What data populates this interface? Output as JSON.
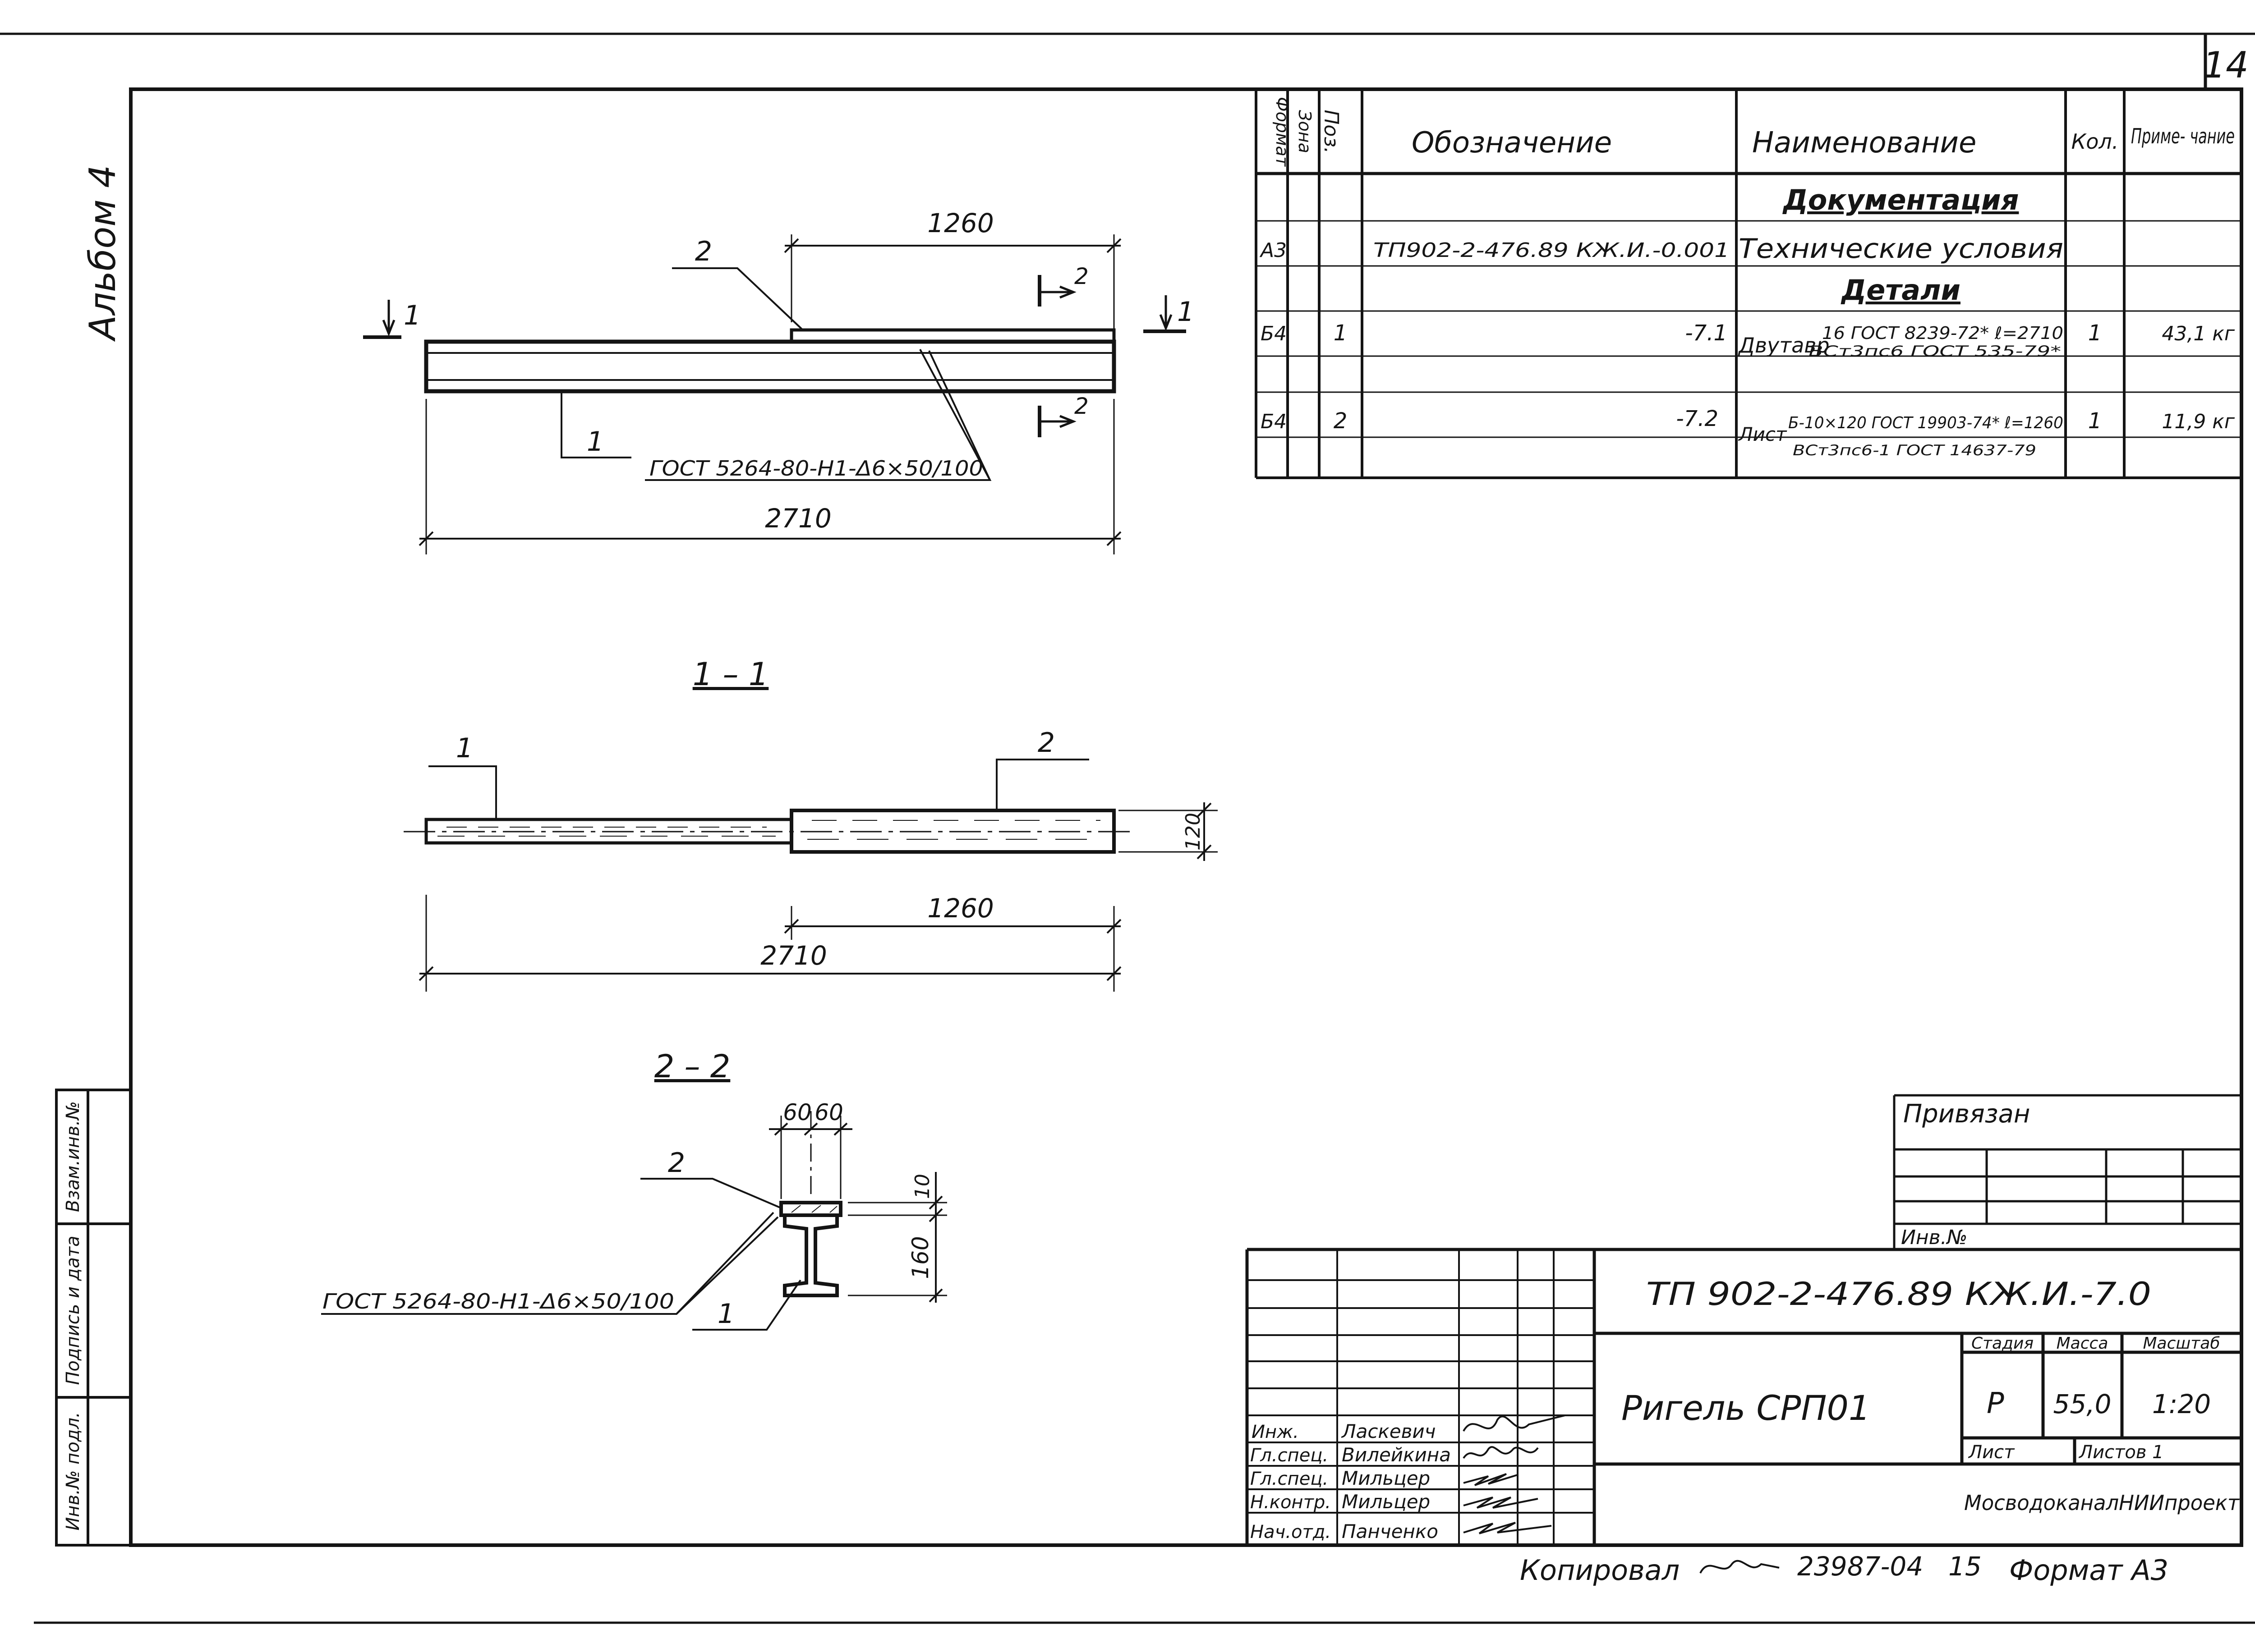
{
  "sheet": {
    "number": "14",
    "album": "Альбом 4",
    "copied_by": "Копировал",
    "order_no": "23987-04",
    "order_sub": "15",
    "format": "Формат А3"
  },
  "left_stamp": {
    "cells": [
      "Инв.№ подл.",
      "Подпись и дата",
      "Взам.инв.№"
    ]
  },
  "spec": {
    "headers": {
      "format": "Формат",
      "zone": "Зона",
      "pos": "Поз.",
      "designation": "Обозначение",
      "name": "Наименование",
      "qty": "Кол.",
      "note": "Приме- чание"
    },
    "section_docs": "Документация",
    "doc_row": {
      "format": "А3",
      "designation": "ТП902-2-476.89 КЖ.И.-0.001",
      "name": "Технические условия"
    },
    "section_parts": "Детали",
    "rows": [
      {
        "format": "Б4",
        "pos": "1",
        "designation": "-7.1",
        "name_main": "Двутавр",
        "name_top": "16 ГОСТ 8239-72* ℓ=2710",
        "name_bottom": "ВСт3пс6 ГОСТ 535-79*",
        "qty": "1",
        "note": "43,1 кг"
      },
      {
        "format": "Б4",
        "pos": "2",
        "designation": "-7.2",
        "name_main": "Лист",
        "name_top": "Б-10×120 ГОСТ 19903-74* ℓ=1260",
        "name_bottom": "ВСт3пс6-1 ГОСТ 14637-79",
        "qty": "1",
        "note": "11,9 кг"
      }
    ]
  },
  "elevation": {
    "dim_top": "1260",
    "dim_bottom": "2710",
    "pos_plate": "2",
    "pos_beam": "1",
    "section_1": "1",
    "section_2": "2",
    "weld": "ГОСТ 5264-80-Н1-Δ6×50/100"
  },
  "plan": {
    "title": "1 – 1",
    "pos_beam": "1",
    "pos_plate": "2",
    "dim_width": "120",
    "dim_plate": "1260",
    "dim_total": "2710"
  },
  "section": {
    "title": "2 – 2",
    "dim_a": "60",
    "dim_b": "60",
    "dim_t": "10",
    "dim_h": "160",
    "pos_plate": "2",
    "pos_beam": "1",
    "weld": "ГОСТ 5264-80-Н1-Δ6×50/100"
  },
  "privyazan": {
    "label": "Привязан",
    "inv_label": "Инв.№"
  },
  "title_block": {
    "code": "ТП 902-2-476.89   КЖ.И.-7.0",
    "title": "Ригель СРП01",
    "stage_label": "Стадия",
    "mass_label": "Масса",
    "scale_label": "Масштаб",
    "stage": "Р",
    "mass": "55,0",
    "scale": "1:20",
    "sheet_label": "Лист",
    "sheets_label": "Листов 1",
    "organization": "МосводоканалНИИпроект",
    "people": [
      {
        "role": "Инж.",
        "name": "Ласкевич"
      },
      {
        "role": "Гл.спец.",
        "name": "Вилейкина"
      },
      {
        "role": "Гл.спец.",
        "name": "Мильцер"
      },
      {
        "role": "Н.контр.",
        "name": "Мильцер"
      },
      {
        "role": "Нач.отд.",
        "name": "Панченко"
      }
    ]
  }
}
